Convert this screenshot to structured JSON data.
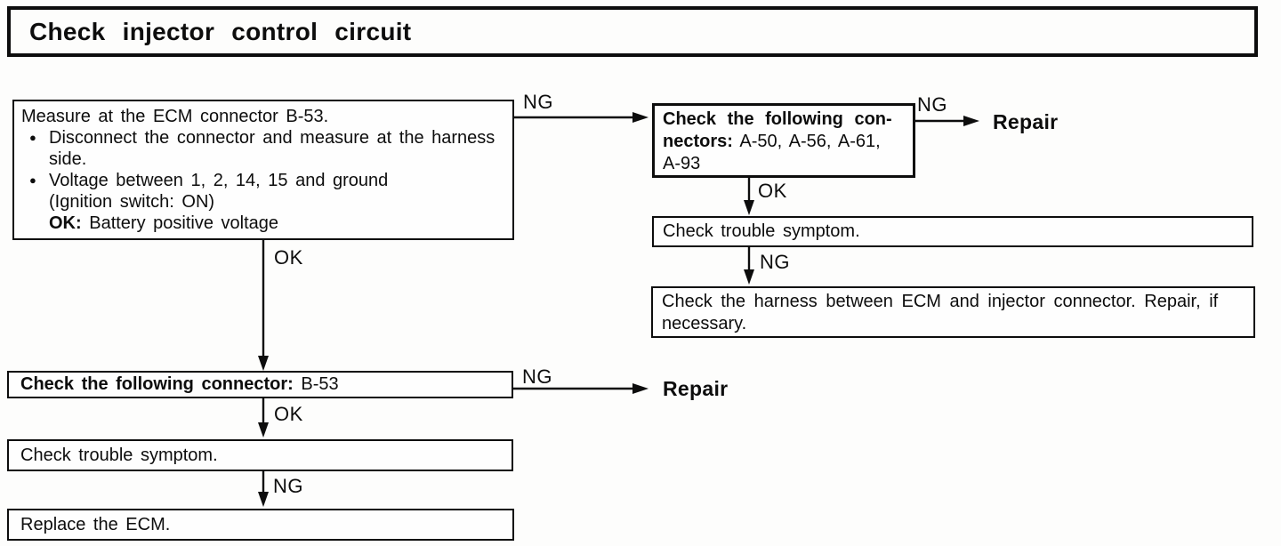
{
  "title": "Check injector control circuit",
  "labels": {
    "ng": "NG",
    "ok": "OK",
    "repair": "Repair"
  },
  "glyphs": {
    "bullet": "●"
  },
  "boxes": {
    "measure": {
      "heading": "Measure at the ECM connector B-53.",
      "bullet1": [
        "Disconnect the connector and measure at the harness",
        "side."
      ],
      "bullet2": [
        "Voltage between 1, 2, 14, 15 and ground",
        "(Ignition switch: ON)"
      ],
      "ok_label": "OK:",
      "ok_text": "Battery positive voltage"
    },
    "connectors_a": {
      "bold_line1": "Check the following con-",
      "bold_line2": "nectors:",
      "values_line2": "A-50, A-56, A-61,",
      "values_line3": "A-93"
    },
    "trouble_right": "Check trouble symptom.",
    "harness": [
      "Check the harness between ECM and injector connector. Repair, if",
      "necessary."
    ],
    "connector_b53": {
      "label": "Check the following connector:",
      "value": "B-53"
    },
    "trouble_left": "Check trouble symptom.",
    "replace_ecm": "Replace the ECM."
  }
}
